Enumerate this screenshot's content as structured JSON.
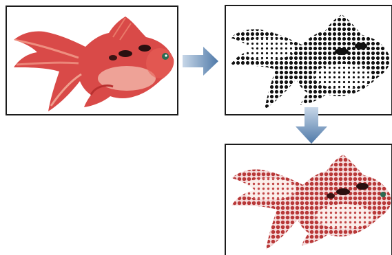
{
  "figure": {
    "colors": {
      "frame": "#1c1c1c",
      "fish_base": "#d94a48",
      "fish_dark": "#b8302f",
      "fish_light": "#f1b0a0",
      "fish_black": "#2a1010",
      "halftone_ink": "#111111",
      "arrow_light": "#c7d7e8",
      "arrow_dark": "#4f79a8"
    },
    "panels": [
      {
        "id": "original",
        "icon": "goldfish-photo",
        "style": "full color"
      },
      {
        "id": "halftone",
        "icon": "goldfish-halftone",
        "style": "black halftone dots"
      },
      {
        "id": "result",
        "icon": "goldfish-color-halftone",
        "style": "colored halftone dots"
      }
    ],
    "arrows": [
      {
        "icon": "arrow-right-icon",
        "direction": "right",
        "from": "original",
        "to": "halftone"
      },
      {
        "icon": "arrow-down-icon",
        "direction": "down",
        "from": "halftone",
        "to": "result"
      }
    ]
  }
}
